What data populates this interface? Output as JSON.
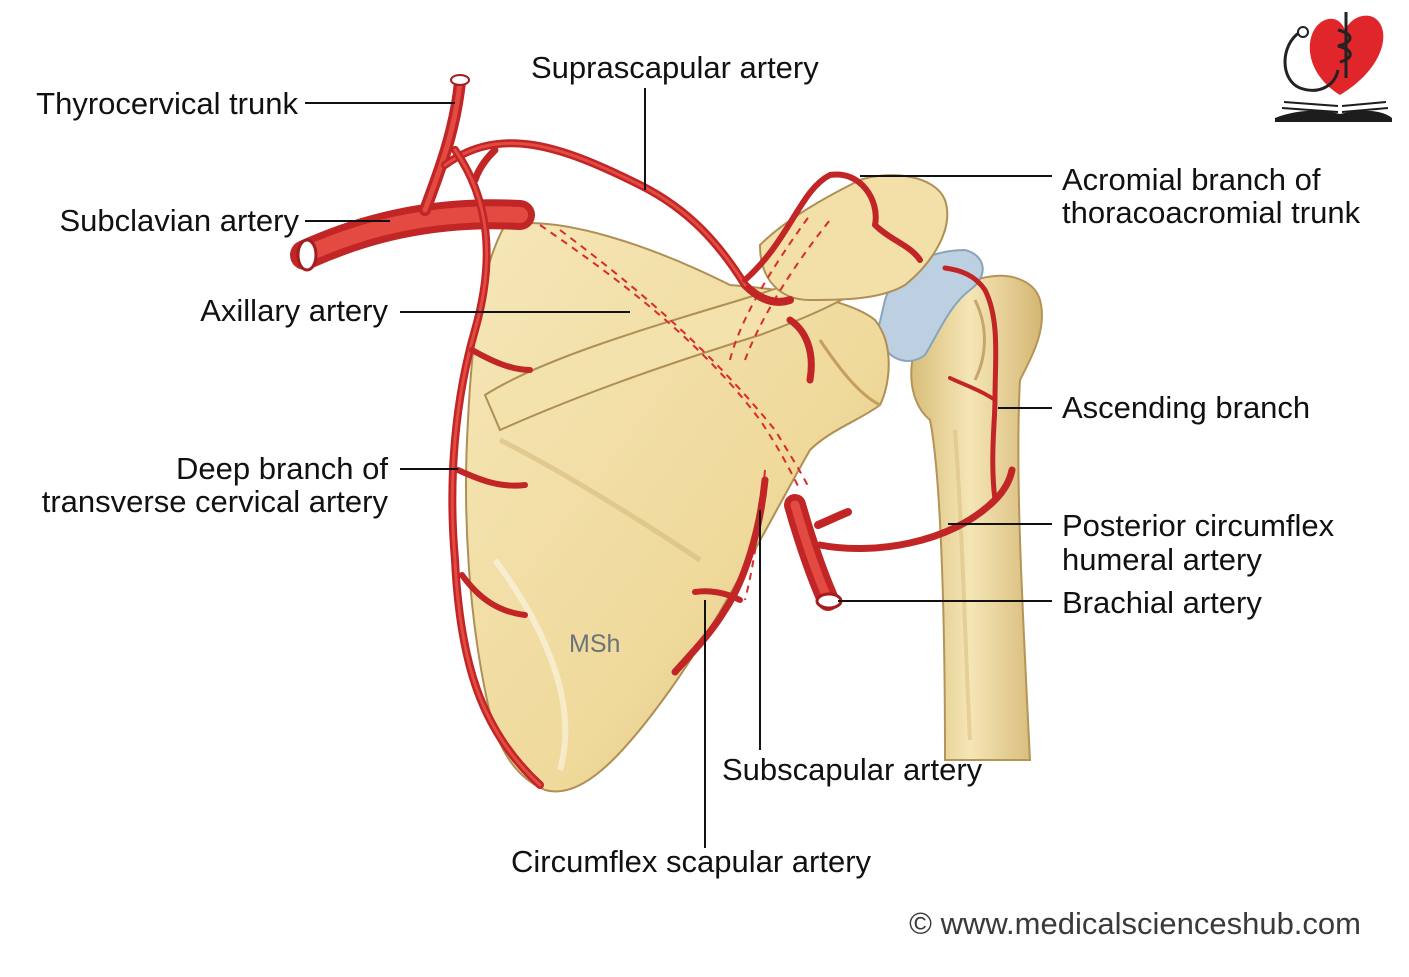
{
  "labels": {
    "thyrocervical": "Thyrocervical trunk",
    "suprascapular": "Suprascapular artery",
    "subclavian": "Subclavian artery",
    "axillary": "Axillary artery",
    "deep_branch_1": "Deep branch of",
    "deep_branch_2": "transverse cervical artery",
    "acromial_1": "Acromial branch of",
    "acromial_2": "thoracoacromial trunk",
    "ascending": "Ascending branch",
    "post_circ_1": "Posterior circumflex",
    "post_circ_2": "humeral artery",
    "brachial": "Brachial artery",
    "subscapular": "Subscapular artery",
    "circumflex_scapular": "Circumflex scapular artery"
  },
  "watermark": "MSh",
  "copyright": "© www.medicalscienceshub.com",
  "colors": {
    "artery": "#d92b2b",
    "artery_dark": "#a51c1c",
    "bone": "#f1dfa6",
    "bone_shadow": "#c9a968",
    "cartilage": "#b8cde0",
    "leader": "#111111",
    "logo_heart": "#e0252b"
  },
  "icons": [
    "heart-stethoscope-logo-icon",
    "open-book-icon",
    "rod-of-asclepius-icon"
  ]
}
